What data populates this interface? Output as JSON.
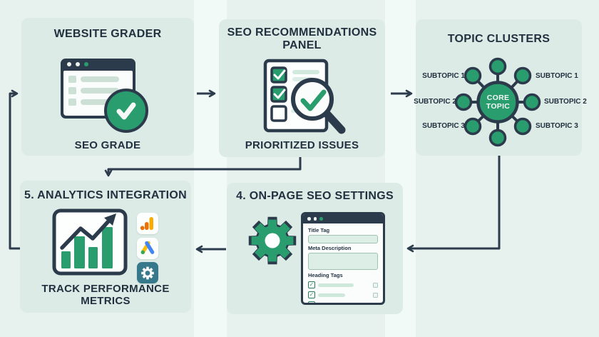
{
  "page": {
    "type": "seo-workflow-diagram",
    "colors": {
      "page_bg": "#e7f1ed",
      "box_bg": "#dcebe6",
      "accent_green": "#2a9d6e",
      "dark_navy": "#2b3b4b",
      "field_mint": "#ddeee6",
      "ga_yellow": "#f9ab00",
      "ga_orange": "#e8710a",
      "ads_blue": "#4285f4",
      "ads_yellow": "#fbbc04",
      "ads_green": "#34a853",
      "settings_teal": "#36798b"
    }
  },
  "boxes": {
    "website_grader": {
      "title": "WEBSITE GRADER",
      "caption": "SEO GRADE",
      "icon": "browser-window-with-green-check-icon"
    },
    "seo_recommendations": {
      "title": "SEO RECOMMENDATIONS PANEL",
      "caption": "PRIORITIZED ISSUES",
      "icon": "checklist-with-magnifier-check-icon",
      "checklist_states": [
        "checked",
        "checked",
        "unchecked"
      ]
    },
    "topic_clusters": {
      "title": "TOPIC CLUSTERS",
      "core_topic": "CORE TOPIC",
      "subtopics_left": [
        "SUBTOPIC 1",
        "SUBTOPIC 2",
        "SUBTOPIC 3"
      ],
      "subtopics_right": [
        "SUBTOPIC 1",
        "SUBTOPIC 2",
        "SUBTOPIC 3"
      ],
      "spokes": 8
    },
    "analytics": {
      "title": "5. ANALYTICS INTEGRATION",
      "caption": "TRACK PERFORMANCE METRICS",
      "icon": "growth-chart-with-arrow-icon",
      "app_icons": [
        "google-analytics-icon",
        "google-ads-icon",
        "settings-gear-app-icon"
      ]
    },
    "onpage": {
      "title": "4. ON-PAGE SEO SETTINGS",
      "icon": "gear-icon",
      "fields": {
        "title_tag": "Title Tag",
        "meta_description": "Meta Description",
        "heading_tags": "Heading Tags"
      },
      "heading_checks": [
        "checked",
        "checked",
        "checked"
      ]
    }
  },
  "flow": [
    {
      "from": "website-grader",
      "to": "seo-recommendations-panel"
    },
    {
      "from": "seo-recommendations-panel",
      "to": "topic-clusters"
    },
    {
      "from": "seo-recommendations-panel",
      "to": "analytics-integration"
    },
    {
      "from": "topic-clusters",
      "to": "on-page-seo-settings"
    },
    {
      "from": "on-page-seo-settings",
      "to": "analytics-integration"
    },
    {
      "from": "analytics-integration",
      "to": "website-grader"
    }
  ]
}
